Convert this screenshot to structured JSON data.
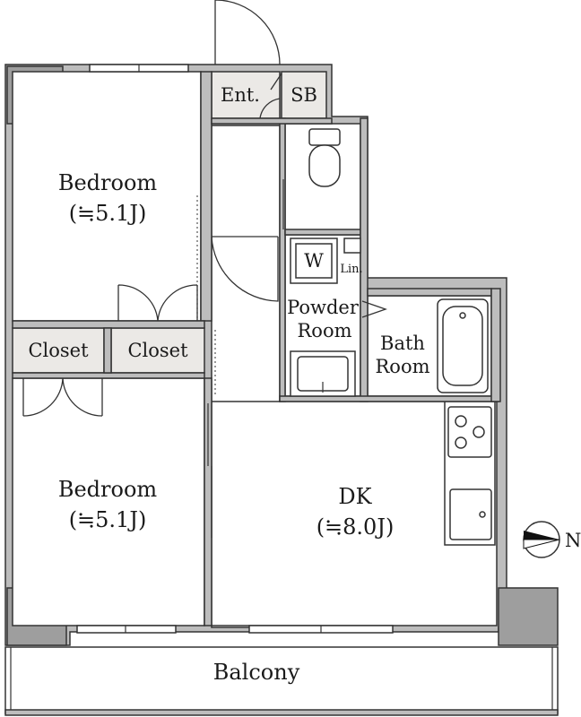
{
  "rooms": {
    "bedroom_top": {
      "name": "Bedroom",
      "size": "(≒5.1J)"
    },
    "bedroom_bottom": {
      "name": "Bedroom",
      "size": "(≒5.1J)"
    },
    "dk": {
      "name": "DK",
      "size": "(≒8.0J)"
    },
    "entrance": "Ent.",
    "shoe_box": "SB",
    "closet_left": "Closet",
    "closet_right": "Closet",
    "powder_room": {
      "line1": "Powder",
      "line2": "Room"
    },
    "bath_room": {
      "line1": "Bath",
      "line2": "Room"
    },
    "washer": "W",
    "linen": "Lin.",
    "balcony": "Balcony"
  },
  "compass": {
    "label": "N"
  },
  "colors": {
    "wall": "#bdbdbd",
    "pillar": "#9e9e9e",
    "tint": "#ebe9e6",
    "line": "#333333"
  }
}
